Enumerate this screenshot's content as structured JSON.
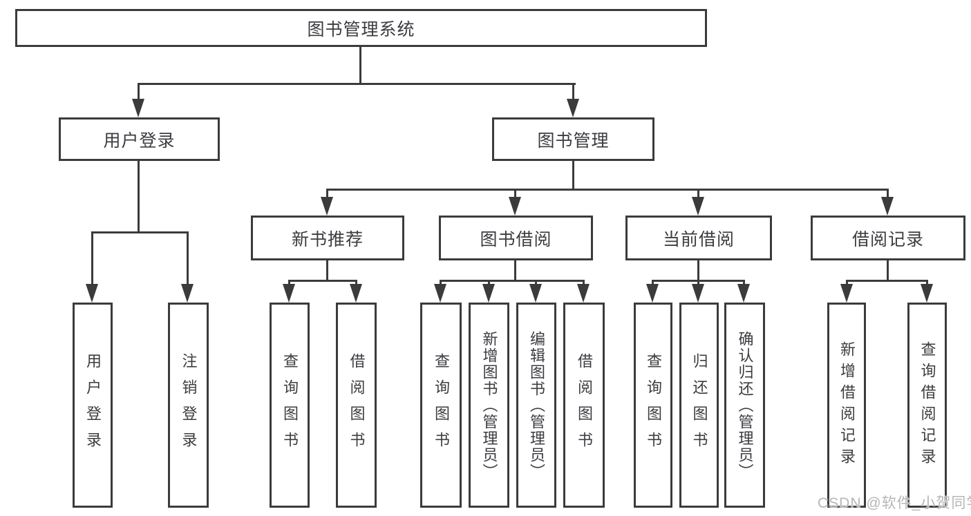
{
  "diagram": {
    "title_note": "function structure diagram of a library management system",
    "root": {
      "label": "图书管理系统"
    },
    "level1": [
      {
        "label": "用户登录"
      },
      {
        "label": "图书管理"
      }
    ],
    "level2": [
      {
        "label": "新书推荐"
      },
      {
        "label": "图书借阅"
      },
      {
        "label": "当前借阅"
      },
      {
        "label": "借阅记录"
      }
    ],
    "leaves": {
      "login": [
        {
          "label": "用户登录"
        },
        {
          "label": "注销登录"
        }
      ],
      "recommend": [
        {
          "label": "查询图书"
        },
        {
          "label": "借阅图书"
        }
      ],
      "borrow": [
        {
          "label": "查询图书"
        },
        {
          "label": "新增图书（管理员）"
        },
        {
          "label": "编辑图书（管理员）"
        },
        {
          "label": "借阅图书"
        }
      ],
      "current": [
        {
          "label": "查询图书"
        },
        {
          "label": "归还图书"
        },
        {
          "label": "确认归还（管理员）"
        }
      ],
      "record": [
        {
          "label": "新增借阅记录"
        },
        {
          "label": "查询借阅记录"
        }
      ]
    }
  },
  "watermark": {
    "text": "CSDN @软件_小贺同学"
  },
  "colors": {
    "line": "#3b3b3b",
    "text": "#3c3c41",
    "watermark": "#b6b6b6",
    "background": "#ffffff"
  }
}
